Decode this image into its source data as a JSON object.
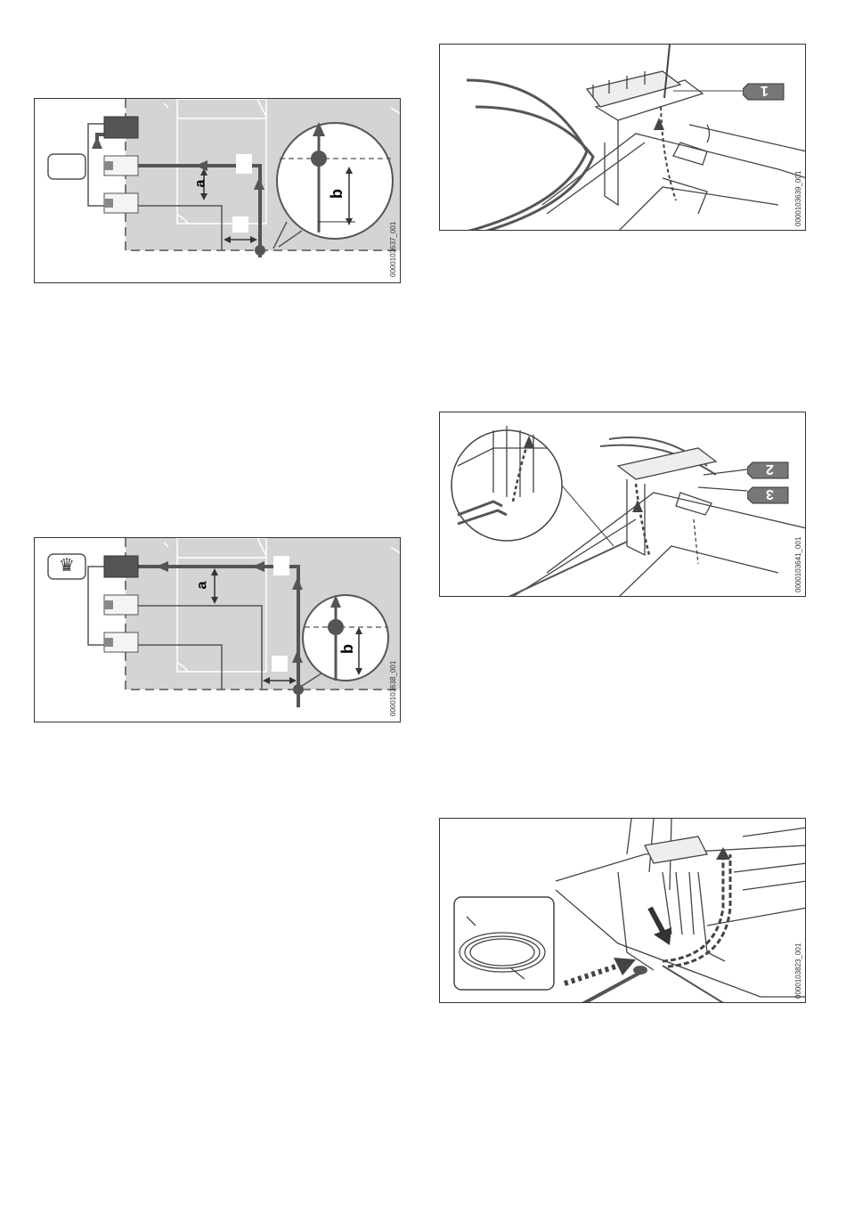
{
  "figures": {
    "fig1": {
      "code": "0000103637_001",
      "label_a": "a",
      "label_b": "b"
    },
    "fig2": {
      "code": "0000103638_001",
      "label_a": "a",
      "label_b": "b",
      "crown_glyph": "♛"
    },
    "fig3": {
      "code": "0000103639_001",
      "tag_1": "1"
    },
    "fig4": {
      "code": "0000103641_001",
      "tag_2": "2",
      "tag_3": "3"
    },
    "fig5": {
      "code": "0000103823_001"
    }
  },
  "colors": {
    "frame": "#333333",
    "lawn": "#d6d6d6",
    "wire": "#555555",
    "paper": "#ffffff"
  }
}
